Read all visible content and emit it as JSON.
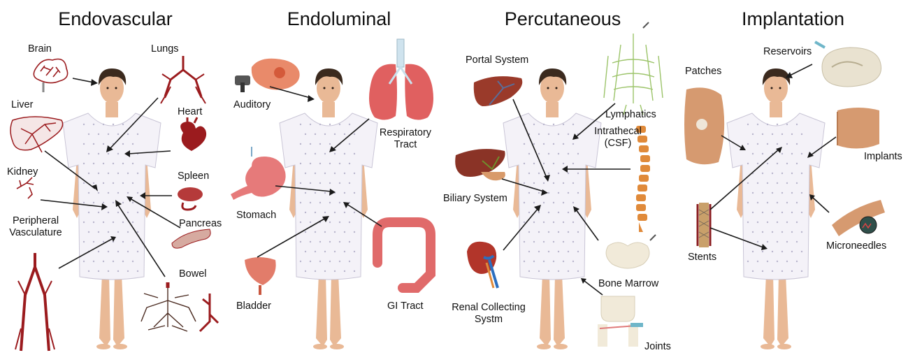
{
  "panels": [
    {
      "title": "Endovascular",
      "labels": [
        "Brain",
        "Lungs",
        "Liver",
        "Heart",
        "Kidney",
        "Spleen",
        "Peripheral Vasculature",
        "Pancreas",
        "Bowel"
      ]
    },
    {
      "title": "Endoluminal",
      "labels": [
        "Auditory",
        "Respiratory Tract",
        "Stomach",
        "Bladder",
        "GI Tract"
      ]
    },
    {
      "title": "Percutaneous",
      "labels": [
        "Portal System",
        "Lymphatics",
        "Intrathecal (CSF)",
        "Biliary System",
        "Renal Collecting Systm",
        "Bone Marrow",
        "Joints"
      ]
    },
    {
      "title": "Implantation",
      "labels": [
        "Reservoirs",
        "Patches",
        "Implants",
        "Stents",
        "Microneedles"
      ]
    }
  ],
  "colors": {
    "vessel": "#9b1b1e",
    "organ_red": "#c9473f",
    "organ_pink": "#e47a7a",
    "liver_brown": "#8a3326",
    "bile_green": "#6f8f2c",
    "bone": "#f1ead9",
    "spine_orange": "#e08a3a",
    "lymph_green": "#9cc46a",
    "skin": "#e9b996",
    "hair": "#3b2a1e",
    "gown": "#f4f2f8",
    "gown_dot": "#b8b4cc",
    "arrow": "#1a1a1a"
  }
}
